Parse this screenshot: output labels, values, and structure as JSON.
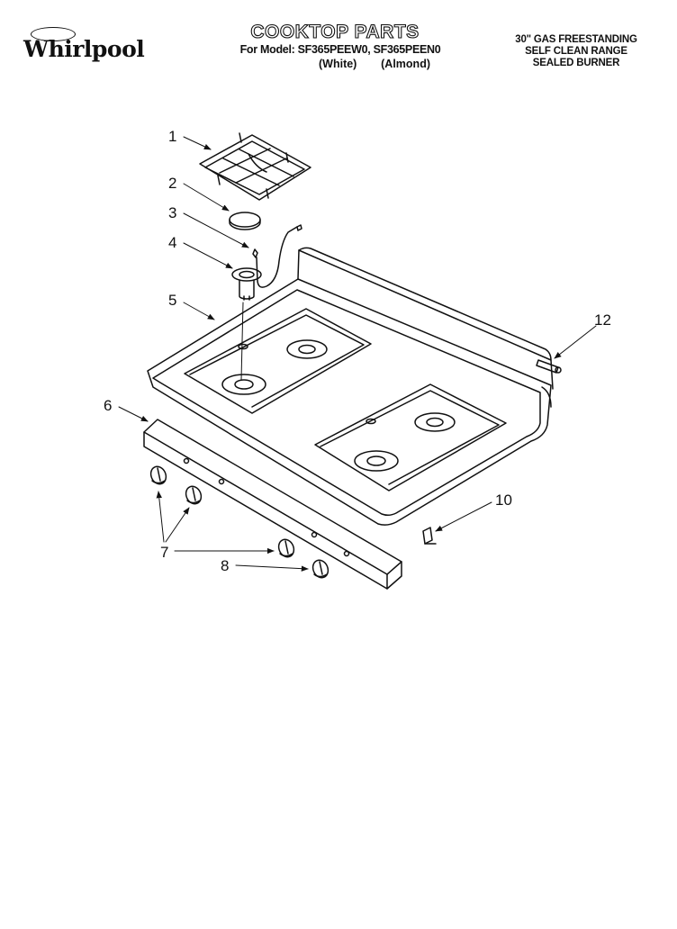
{
  "header": {
    "brand": "Whirlpool",
    "title": "COOKTOP PARTS",
    "model_line": "For Model: SF365PEEW0, SF365PEEN0",
    "variants": [
      "(White)",
      "(Almond)"
    ],
    "description": [
      "30\" GAS FREESTANDING",
      "SELF CLEAN RANGE",
      "SEALED BURNER"
    ]
  },
  "callouts": [
    "1",
    "2",
    "3",
    "4",
    "5",
    "6",
    "7",
    "8",
    "10",
    "12"
  ]
}
